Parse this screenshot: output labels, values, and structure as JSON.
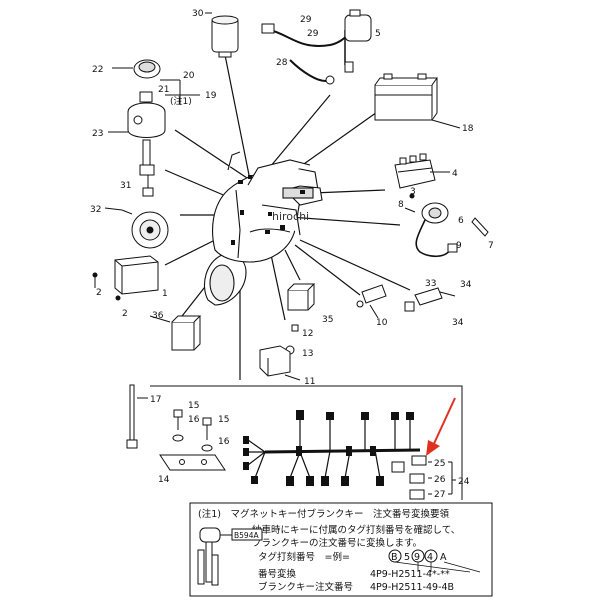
{
  "watermark": "hirochi",
  "callouts": {
    "c1": "1",
    "c2a": "2",
    "c2b": "2",
    "c3": "3",
    "c4": "4",
    "c5": "5",
    "c6": "6",
    "c7": "7",
    "c8": "8",
    "c9": "9",
    "c10": "10",
    "c11": "11",
    "c12": "12",
    "c13": "13",
    "c14": "14",
    "c15a": "15",
    "c15b": "15",
    "c16a": "16",
    "c16b": "16",
    "c17": "17",
    "c18": "18",
    "c19": "19",
    "c20": "20",
    "c21": "21",
    "c22": "22",
    "c23": "23",
    "c24": "24",
    "c25": "25",
    "c26": "26",
    "c27": "27",
    "c28": "28",
    "c29a": "29",
    "c29b": "29",
    "c30": "30",
    "c31": "31",
    "c32": "32",
    "c33": "33",
    "c34a": "34",
    "c34b": "34",
    "c35": "35",
    "c36": "36",
    "note1": "(注1)"
  },
  "note": {
    "title": "(注1)　マグネットキー付ブランクキー　注文番号変換要領",
    "line1": "納車時にキーに付属のタグ打刻番号を確認して、",
    "line2": "ブランクキーの注文番号に変換します。",
    "tag_row_label": "タグ打刻番号　=例=",
    "tag_example_b": "B",
    "tag_example_5": "5",
    "tag_example_9": "9",
    "tag_example_4": "4",
    "tag_example_a": "A",
    "tag_badge": "B594A",
    "conv_label": "番号変換",
    "conv_value": "4P9-H2511-4*-**",
    "order_label": "ブランクキー注文番号",
    "order_value": "4P9-H2511-49-4B"
  },
  "colors": {
    "line": "#111111",
    "accent_arrow": "#e03020"
  }
}
